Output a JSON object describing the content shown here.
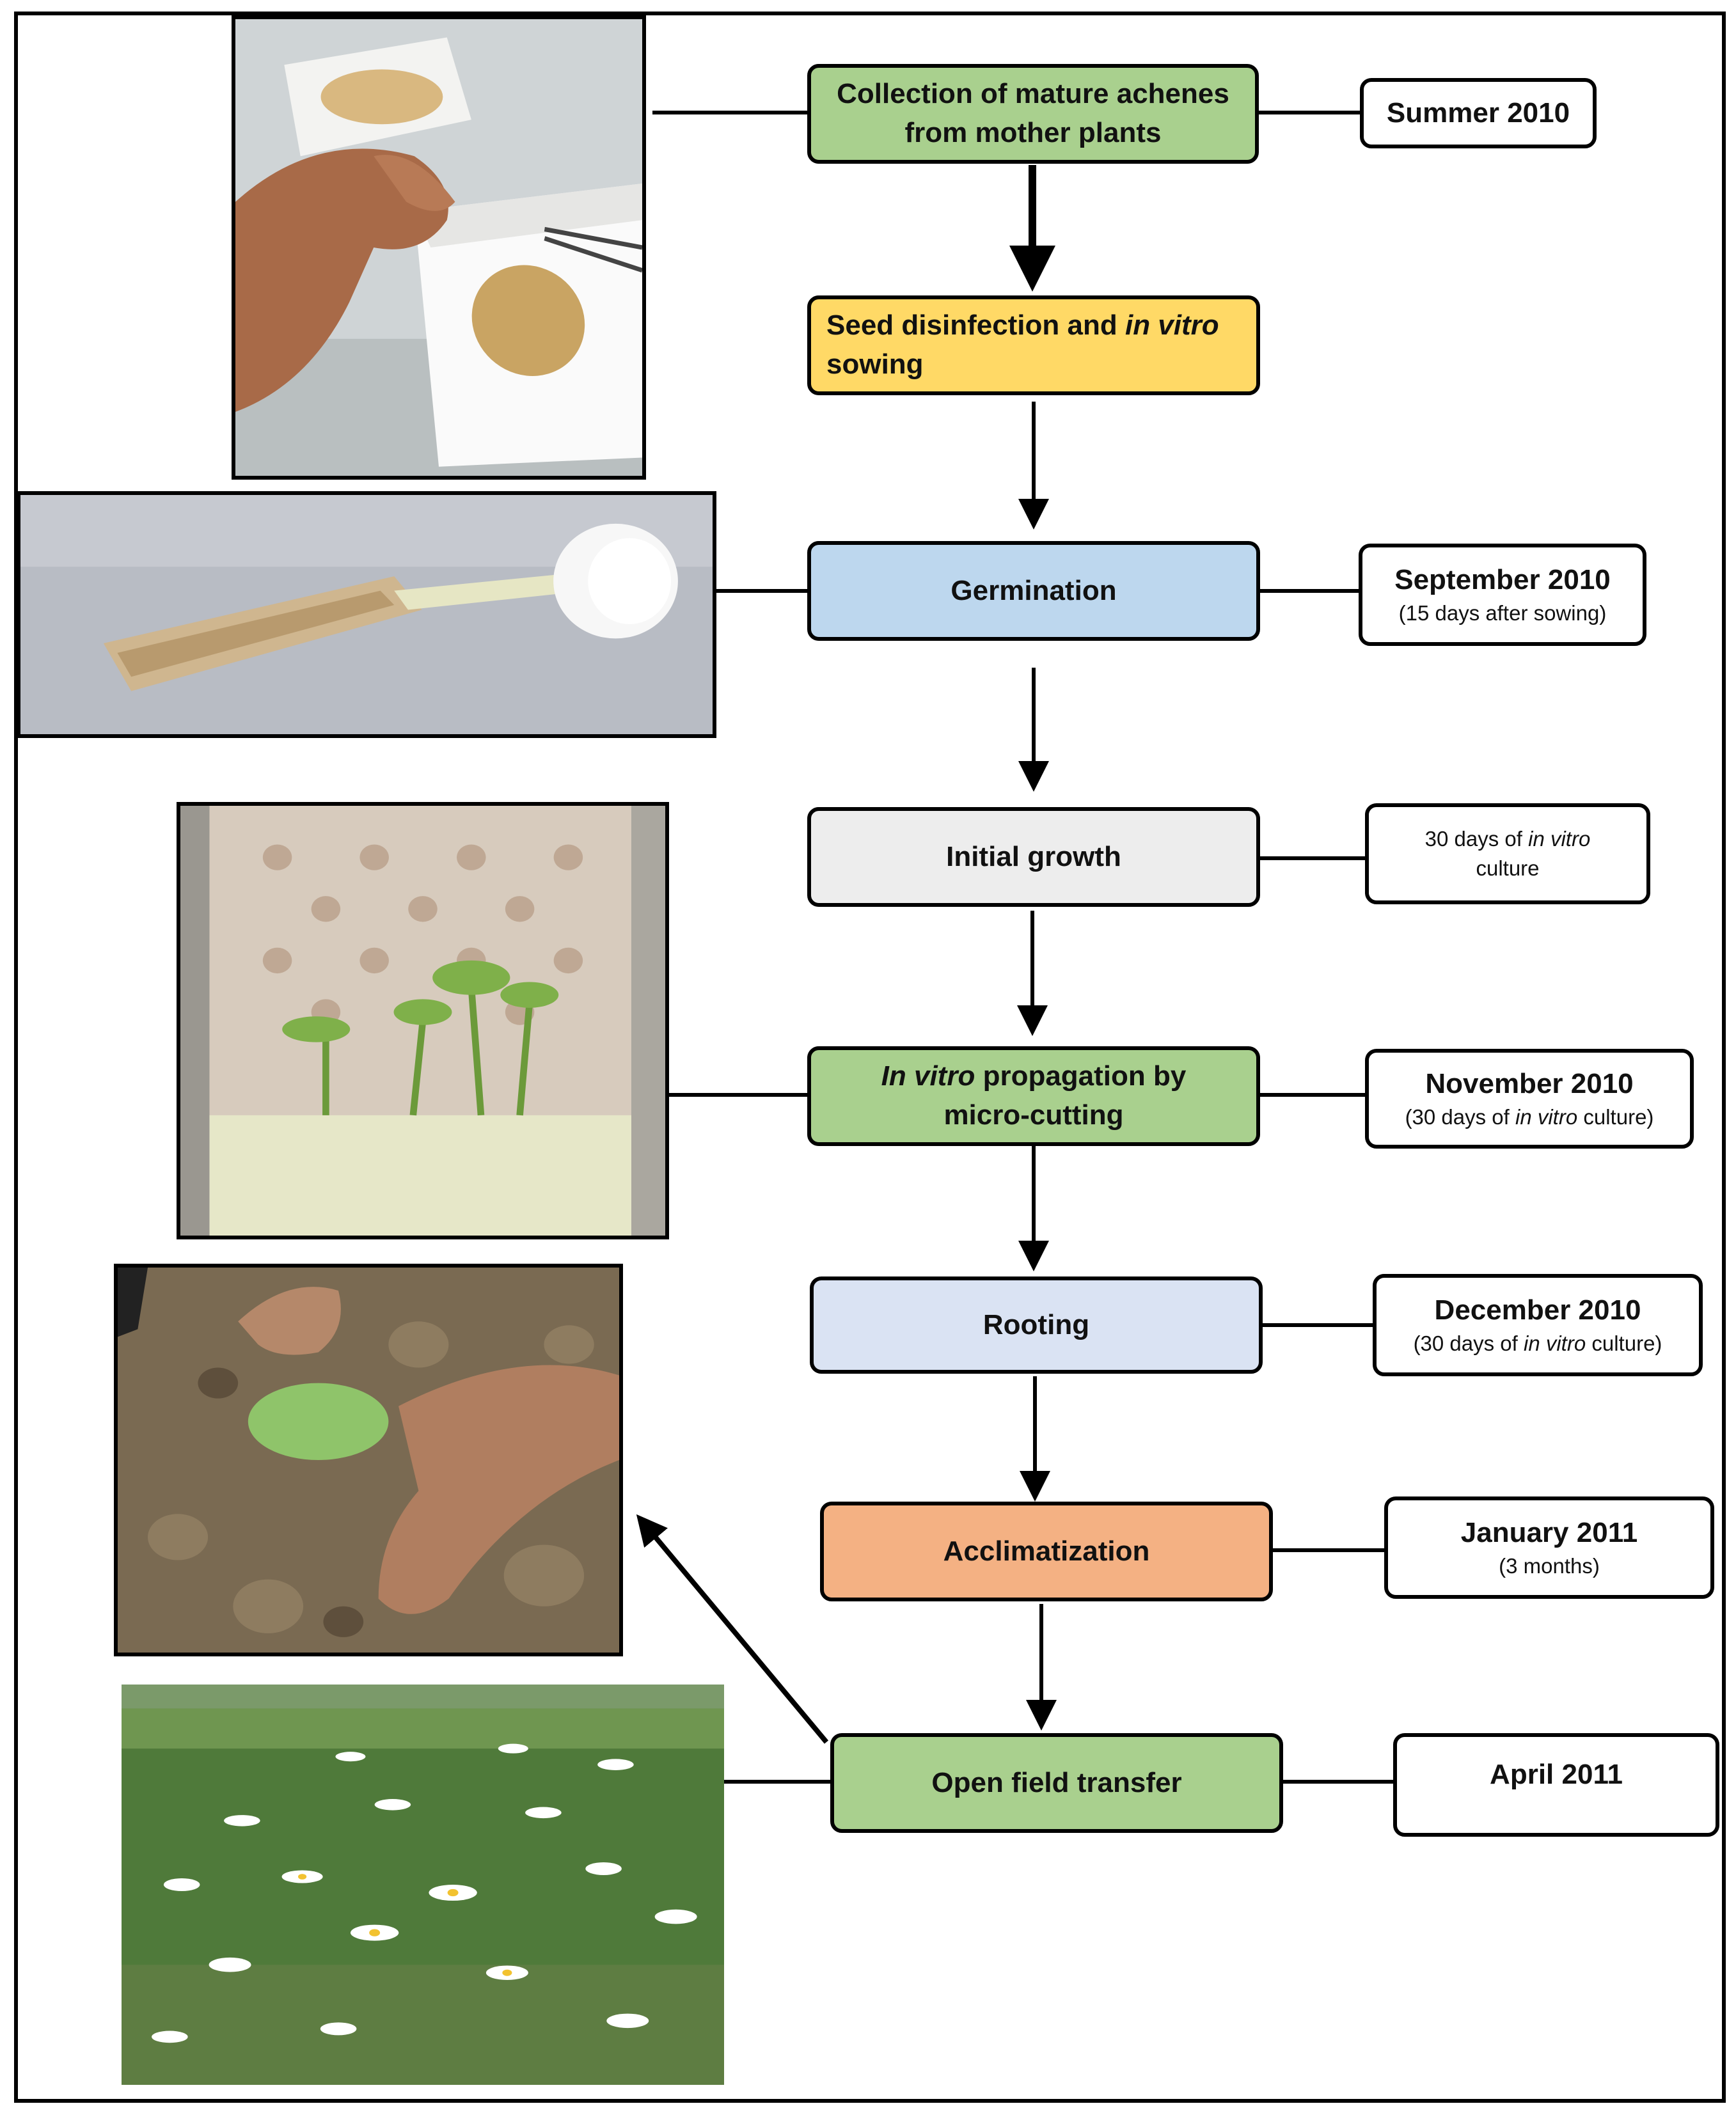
{
  "colors": {
    "green": "#a9d08e",
    "yellow": "#ffd966",
    "blue": "#bdd7ee",
    "light_blue": "#dae3f3",
    "grey": "#ededed",
    "orange": "#f4b183",
    "border": "#000000"
  },
  "steps": [
    {
      "id": "collection",
      "color": "green",
      "lines": [
        "Collection of mature achenes",
        "from mother plants"
      ]
    },
    {
      "id": "disinfection",
      "color": "yellow",
      "line1_prefix": "Seed disinfection and ",
      "line1_italic": "in vitro",
      "line2": "sowing"
    },
    {
      "id": "germination",
      "color": "blue",
      "label": "Germination"
    },
    {
      "id": "initial_growth",
      "color": "grey",
      "label": "Initial growth"
    },
    {
      "id": "propagation",
      "color": "green",
      "line1_italic": "In vitro",
      "line1_suffix": " propagation  by",
      "line2": "micro-cutting"
    },
    {
      "id": "rooting",
      "color": "light_blue",
      "label": "Rooting"
    },
    {
      "id": "acclimatization",
      "color": "orange",
      "label": "Acclimatization"
    },
    {
      "id": "open_field",
      "color": "green",
      "label": "Open field transfer"
    }
  ],
  "notes": {
    "collection": {
      "title": "Summer 2010"
    },
    "germination": {
      "title": "September  2010",
      "sub": "(15 days after sowing)"
    },
    "initial_growth": {
      "sub_prefix": "30 days of ",
      "sub_italic": "in vitro",
      "sub_line2": "culture"
    },
    "propagation": {
      "title": "November  2010",
      "sub_prefix": "(30 days of ",
      "sub_italic": "in vitro",
      "sub_suffix": " culture)"
    },
    "rooting": {
      "title": "December  2010",
      "sub_prefix": "(30 days of ",
      "sub_italic": "in vitro",
      "sub_suffix": " culture)"
    },
    "acclimatization": {
      "title": "January 2011",
      "sub": "(3 months)"
    },
    "open_field": {
      "title": "April 2011"
    }
  },
  "photos": [
    {
      "id": "achenes",
      "subject": "hand picking seeds from white tray with tweezers"
    },
    {
      "id": "seedling",
      "subject": "germinating seed with white root hairs"
    },
    {
      "id": "culture_vessel",
      "subject": "green plantlets in culture vessel"
    },
    {
      "id": "planting",
      "subject": "hands planting a seedling in soil"
    },
    {
      "id": "daisy_field",
      "subject": "field of white daisies"
    }
  ]
}
